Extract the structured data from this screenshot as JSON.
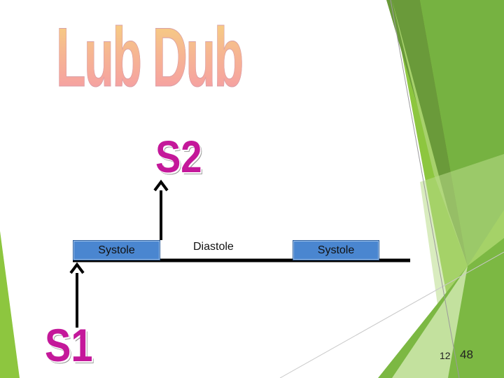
{
  "diagram": {
    "title": "Lub Dub",
    "s2_label": "S2",
    "s1_label": "S1",
    "boxes": [
      {
        "label": "Systole"
      },
      {
        "label": "Systole"
      }
    ],
    "diastole_label": "Diastole"
  },
  "footer": {
    "slide_number": "12",
    "page_number": "48"
  },
  "colors": {
    "accent_green": "#8dc63f",
    "box_blue": "#4a86d0",
    "wordart_magenta": "#c4189a"
  }
}
